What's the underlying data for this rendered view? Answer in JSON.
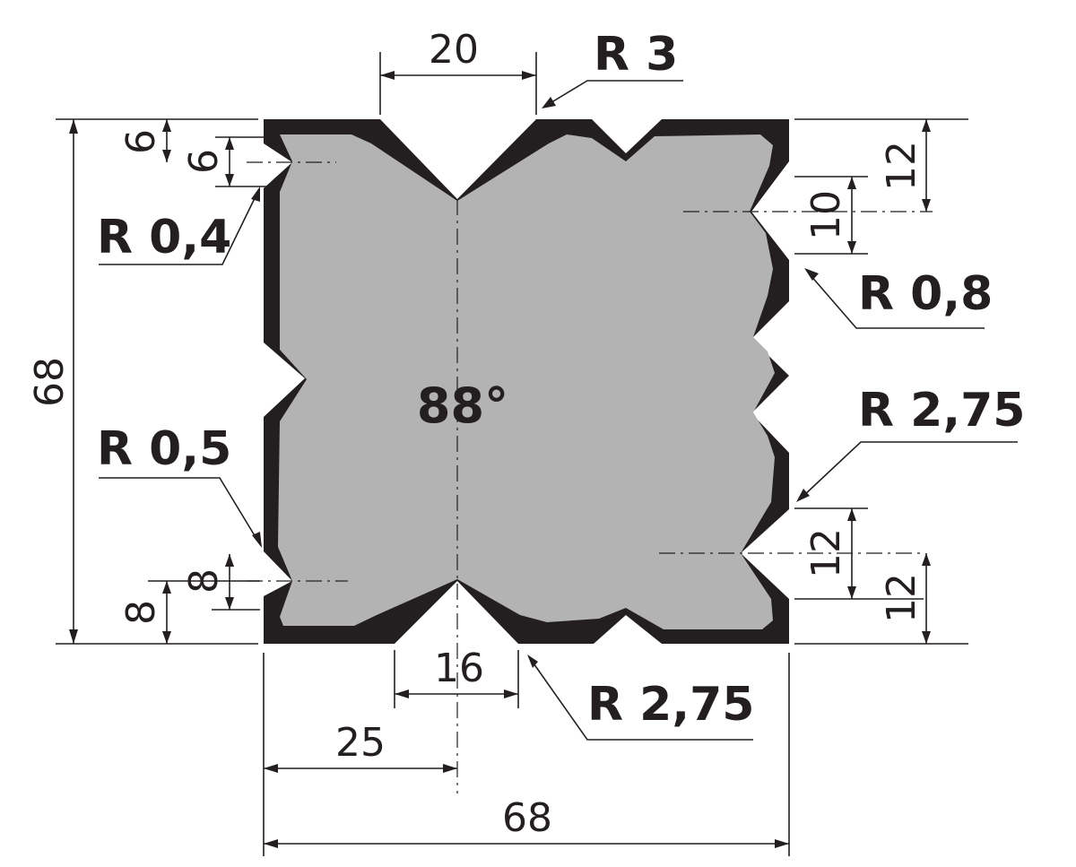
{
  "colors": {
    "outline": "#231f20",
    "body": "#b3b3b3",
    "background": "#ffffff"
  },
  "angle": "88°",
  "dimensions": {
    "top_width": "20",
    "left_top_a": "6",
    "left_top_b": "6",
    "left_height": "68",
    "left_bottom_a": "8",
    "left_bottom_b": "8",
    "right_top_a": "12",
    "right_top_b": "10",
    "right_bottom_a": "12",
    "right_bottom_b": "12",
    "bottom_width": "16",
    "bottom_offset": "25",
    "bottom_total": "68"
  },
  "radii": {
    "top": "R 3",
    "left_upper": "R 0,4",
    "right_upper": "R 0,8",
    "left_lower": "R 0,5",
    "right_lower": "R 2,75",
    "bottom": "R 2,75"
  }
}
